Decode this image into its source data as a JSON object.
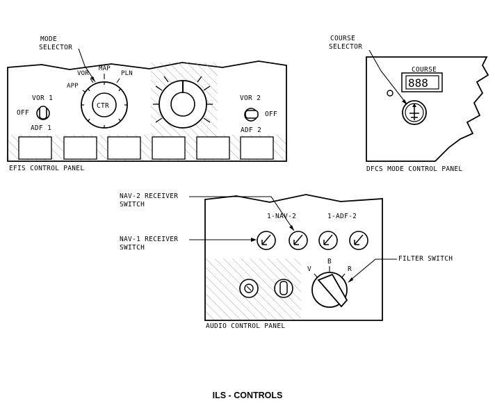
{
  "figure_title": "ILS - CONTROLS",
  "efis_panel": {
    "name": "EFIS CONTROL PANEL",
    "mode_selector_callout": [
      "MODE",
      "SELECTOR"
    ],
    "mode_positions": [
      "APP",
      "VOR",
      "MAP",
      "PLN"
    ],
    "center_label": "CTR",
    "left_switch": {
      "top": "VOR 1",
      "side": "OFF",
      "bottom": "ADF 1"
    },
    "right_switch": {
      "top": "VOR 2",
      "side": "OFF",
      "bottom": "ADF 2"
    }
  },
  "dfcs_panel": {
    "name": "DFCS MODE CONTROL PANEL",
    "course_selector_callout": [
      "COURSE",
      "SELECTOR"
    ],
    "course_label": "COURSE",
    "course_display": "888"
  },
  "audio_panel": {
    "name": "AUDIO CONTROL PANEL",
    "nav2_callout": [
      "NAV-2 RECEIVER",
      "SWITCH"
    ],
    "nav1_callout": [
      "NAV-1 RECEIVER",
      "SWITCH"
    ],
    "nav_group_label": "1-NAV-2",
    "adf_group_label": "1-ADF-2",
    "filter_positions": [
      "V",
      "B",
      "R"
    ],
    "filter_callout": "FILTER SWITCH"
  }
}
